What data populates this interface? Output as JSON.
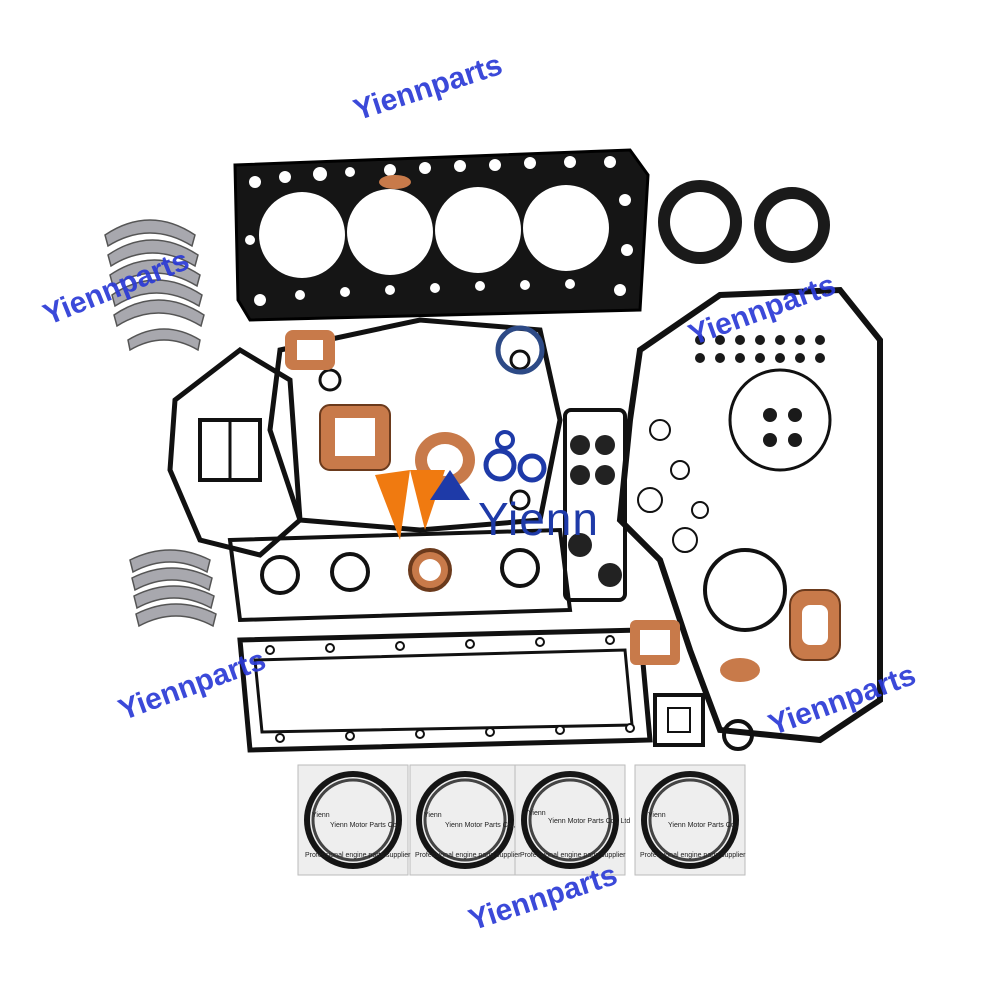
{
  "watermark": {
    "text": "Yiennparts",
    "color": "#2b3ad6"
  },
  "logo": {
    "text": "Yienn",
    "color": "#1e3aa8",
    "accent": "#f07a10"
  },
  "packages": [
    {
      "brand": "Yienn",
      "line1": "Yienn Motor Parts Co.,",
      "line2": "Professional engine parts supplier"
    },
    {
      "brand": "Yienn",
      "line1": "Yienn Motor Parts Co.,",
      "line2": "Professional engine parts supplier"
    },
    {
      "brand": "Yienn",
      "line1": "Yienn Motor Parts Co., Ltd",
      "line2": "Professional engine parts supplier"
    },
    {
      "brand": "Yienn",
      "line1": "Yienn Motor Parts Co.,",
      "line2": "Professional engine parts supplier"
    }
  ],
  "colors": {
    "gasket": "#111111",
    "copper": "#c87a4a",
    "bearing": "#9a9aa0",
    "seal_blue": "#2d4a86"
  }
}
